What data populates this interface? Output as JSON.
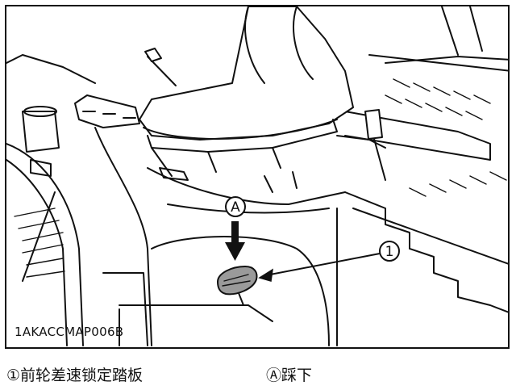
{
  "figure": {
    "code": "1AKACCMAP006B",
    "callout_1": "1",
    "callout_a": "A"
  },
  "captions": [
    {
      "marker": "①",
      "text": "前轮差速锁定踏板"
    },
    {
      "marker": "Ⓐ",
      "text": "踩下"
    }
  ],
  "colors": {
    "stroke": "#111111",
    "background": "#ffffff",
    "pedal_fill": "#9a9a9a"
  }
}
